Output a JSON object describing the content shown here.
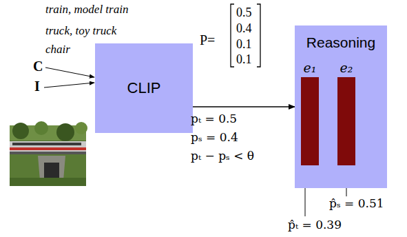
{
  "diagram": {
    "nodes": [
      {
        "text": [
          "CLIP"
        ]
      },
      {
        "text": [
          "Reasoning"
        ]
      },
      {
        "text": [
          "e₁"
        ],
        "in": 1
      },
      {
        "text": [
          "e₂"
        ],
        "in": 1
      }
    ],
    "edges": [
      {
        "from": 0,
        "to": 1,
        "arrow": "to"
      }
    ],
    "labels": [
      "train, model train",
      "truck, toy truck",
      "chair",
      "C",
      "I",
      "P=",
      "0.5",
      "0.4",
      "0.1",
      "0.1",
      "pₜ = 0.5",
      "pₛ = 0.4",
      "pₜ − pₛ < θ",
      "p̂ₛ = 0.51",
      "p̂ₜ = 0.39"
    ]
  }
}
